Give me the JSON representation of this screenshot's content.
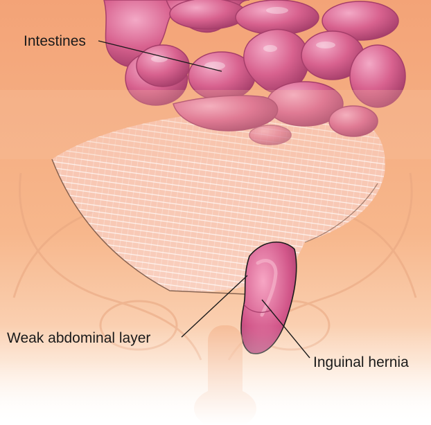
{
  "labels": {
    "intestines": "Intestines",
    "weak_layer": "Weak abdominal layer",
    "hernia": "Inguinal hernia"
  },
  "colors": {
    "skin": "#f6b489",
    "skin_light": "#fad1ae",
    "intestine": "#d8628f",
    "intestine_dark": "#a53e6a",
    "mesh": "#ffffff",
    "leader": "#1a1a1a"
  }
}
